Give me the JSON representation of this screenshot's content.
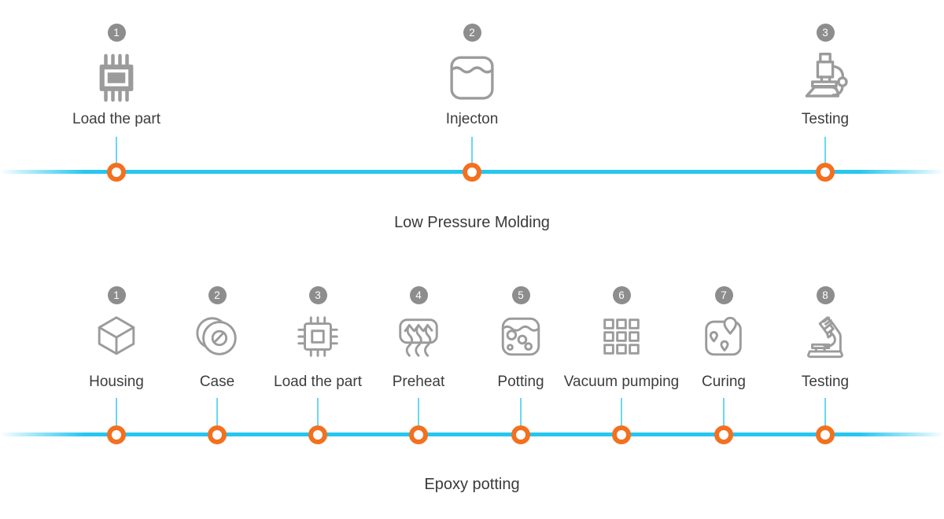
{
  "colors": {
    "timeline": "#25C6EF",
    "connector": "#67D9F3",
    "marker_ring": "#F3701F",
    "badge_bg": "#8D8D8D",
    "icon_gray": "#9B9B9B",
    "text": "#3D3D3D"
  },
  "sections": [
    {
      "title": "Low Pressure Molding",
      "steps": [
        {
          "num": "1",
          "label": "Load the part",
          "icon": "chip-icon"
        },
        {
          "num": "2",
          "label": "Injecton",
          "icon": "molding-container-icon"
        },
        {
          "num": "3",
          "label": "Testing",
          "icon": "microscope-icon"
        }
      ]
    },
    {
      "title": "Epoxy potting",
      "steps": [
        {
          "num": "1",
          "label": "Housing",
          "icon": "cube-icon"
        },
        {
          "num": "2",
          "label": "Case",
          "icon": "case-icon"
        },
        {
          "num": "3",
          "label": "Load the part",
          "icon": "chip-outline-icon"
        },
        {
          "num": "4",
          "label": "Preheat",
          "icon": "preheat-arrows-icon"
        },
        {
          "num": "5",
          "label": "Potting",
          "icon": "potting-container-icon"
        },
        {
          "num": "6",
          "label": "Vacuum pumping",
          "icon": "grid-squares-icon"
        },
        {
          "num": "7",
          "label": "Curing",
          "icon": "map-pins-icon"
        },
        {
          "num": "8",
          "label": "Testing",
          "icon": "microscope-tilted-icon"
        }
      ]
    }
  ]
}
